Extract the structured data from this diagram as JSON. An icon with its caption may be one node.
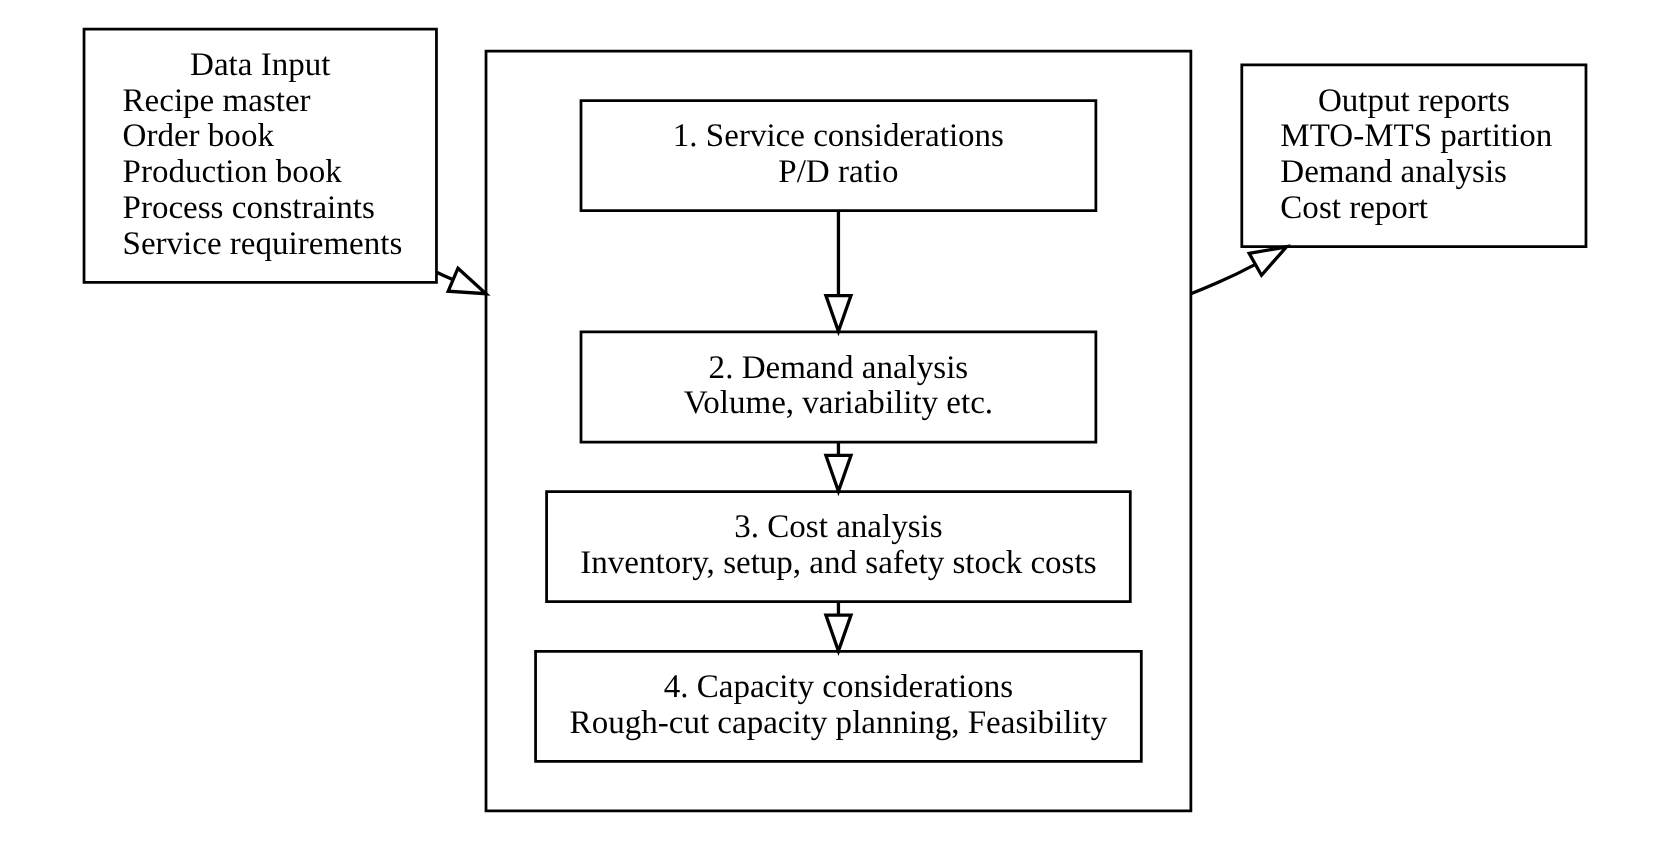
{
  "diagram": {
    "nodes": [
      {
        "text": [
          "Data Input",
          "Recipe master",
          "Order book",
          "Production book",
          "Process constraints",
          "Service requirements"
        ]
      },
      {
        "text": [],
        "shape": "box"
      },
      {
        "text": [
          "1. Service considerations",
          "P/D ratio"
        ],
        "in": 1
      },
      {
        "text": [
          "2. Demand analysis",
          "Volume, variability etc."
        ],
        "in": 1
      },
      {
        "text": [
          "3. Cost analysis",
          "Inventory, setup, and safety stock costs"
        ],
        "in": 1
      },
      {
        "text": [
          "4. Capacity considerations",
          "Rough-cut capacity planning, Feasibility"
        ],
        "in": 1
      },
      {
        "text": [
          "Output reports",
          "MTO-MTS partition",
          "Demand analysis",
          "Cost report"
        ]
      }
    ],
    "edges": [
      {
        "from": 0,
        "to": 1,
        "arrow": "to"
      },
      {
        "from": 2,
        "to": 3,
        "arrow": "to"
      },
      {
        "from": 3,
        "to": 4,
        "arrow": "to"
      },
      {
        "from": 4,
        "to": 5,
        "arrow": "to"
      },
      {
        "from": 1,
        "to": 6,
        "arrow": "to"
      }
    ]
  }
}
